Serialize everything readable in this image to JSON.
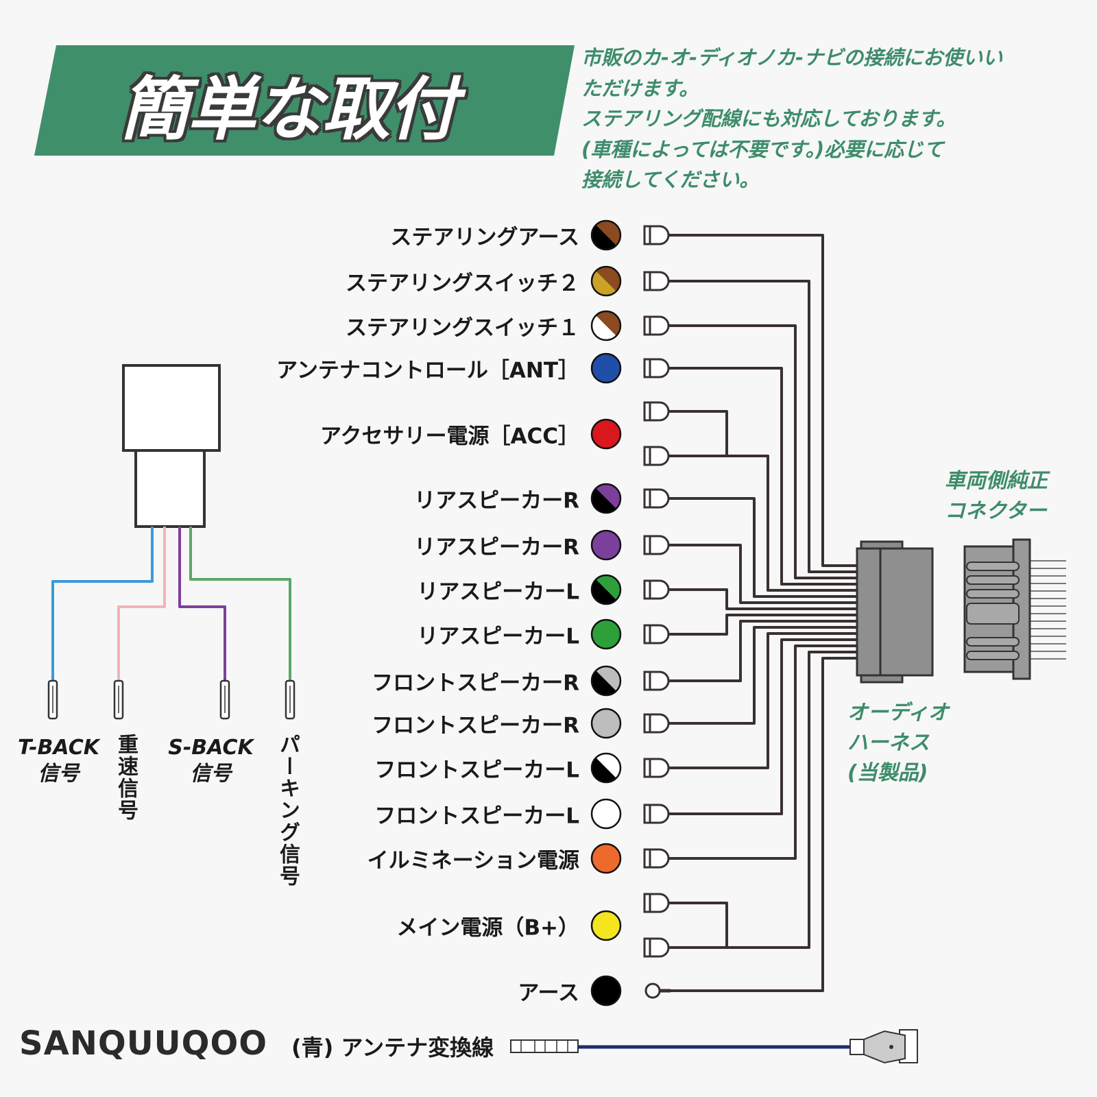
{
  "header": {
    "title": "簡単な取付",
    "description_lines": [
      "市販のカ-オ-ディオノカ-ナビの接続にお使いい",
      "ただけます。",
      "ステアリング配線にも対応しております。",
      "(車種によっては不要です。)必要に応じて",
      "接続してください。"
    ],
    "banner_color": "#3f8f6b"
  },
  "wires": [
    {
      "label": "ステアリングアース",
      "colors": [
        "#8b4a1f",
        "#000000"
      ],
      "terminals": 1
    },
    {
      "label": "ステアリングスイッチ２",
      "colors": [
        "#8b4a1f",
        "#c9a227"
      ],
      "terminals": 1
    },
    {
      "label": "ステアリングスイッチ１",
      "colors": [
        "#8b4a1f",
        "#ffffff"
      ],
      "terminals": 1
    },
    {
      "label": "アンテナコントロール［ANT］",
      "colors": [
        "#1f4fa8"
      ],
      "terminals": 1
    },
    {
      "label": "アクセサリー電源［ACC］",
      "colors": [
        "#d8181c"
      ],
      "terminals": 2
    },
    {
      "label": "リアスピーカーR",
      "colors": [
        "#7d3f9c",
        "#000000"
      ],
      "terminals": 1
    },
    {
      "label": "リアスピーカーR",
      "colors": [
        "#7d3f9c"
      ],
      "terminals": 1
    },
    {
      "label": "リアスピーカーL",
      "colors": [
        "#2ea03a",
        "#000000"
      ],
      "terminals": 1
    },
    {
      "label": "リアスピーカーL",
      "colors": [
        "#2ea03a"
      ],
      "terminals": 1
    },
    {
      "label": "フロントスピーカーR",
      "colors": [
        "#bdbdbd",
        "#000000"
      ],
      "terminals": 1
    },
    {
      "label": "フロントスピーカーR",
      "colors": [
        "#bdbdbd"
      ],
      "terminals": 1
    },
    {
      "label": "フロントスピーカーL",
      "colors": [
        "#ffffff",
        "#000000"
      ],
      "terminals": 1
    },
    {
      "label": "フロントスピーカーL",
      "colors": [
        "#ffffff"
      ],
      "terminals": 1
    },
    {
      "label": "イルミネーション電源",
      "colors": [
        "#ee6a2c"
      ],
      "terminals": 1
    },
    {
      "label": "メイン電源（B+）",
      "colors": [
        "#f5e51f"
      ],
      "terminals": 2
    },
    {
      "label": "アース",
      "colors": [
        "#000000"
      ],
      "terminals": "ring"
    }
  ],
  "connectors": {
    "vehicle_label_lines": [
      "車両側純正",
      "コネクター"
    ],
    "harness_label_lines": [
      "オーディオ",
      "ハーネス",
      "(当製品)"
    ]
  },
  "module_wires": [
    {
      "label_lines": [
        "T-BACK",
        "信号"
      ],
      "color": "#3a9ad9",
      "vertical": false
    },
    {
      "label_lines": [
        "重速信号"
      ],
      "color": "#f2b3b3",
      "vertical": true
    },
    {
      "label_lines": [
        "S-BACK",
        "信号"
      ],
      "color": "#7d3f9c",
      "vertical": false
    },
    {
      "label_lines": [
        "パーキング信号"
      ],
      "color": "#5aa86a",
      "vertical": true
    }
  ],
  "footer": {
    "brand": "SANQUUQOO",
    "antenna_label": "(青) アンテナ変換線",
    "antenna_wire_color": "#1e2a6e"
  }
}
